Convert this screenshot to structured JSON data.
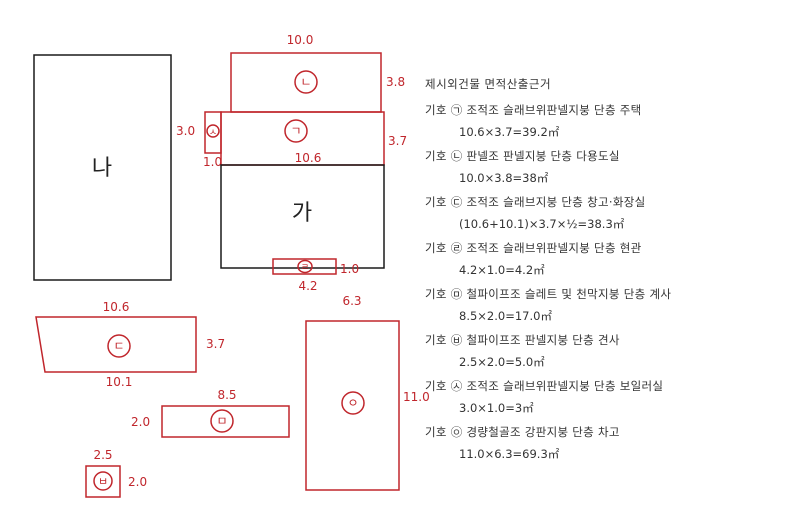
{
  "buildings": {
    "na": {
      "label": "나"
    },
    "ga": {
      "label": "가"
    }
  },
  "symbols": {
    "nieun": "ㄴ",
    "giyeok": "ㄱ",
    "siot": "ㅅ",
    "rieul": "ㄹ",
    "digeut": "ㄷ",
    "mieum": "ㅁ",
    "ieung": "ㅇ",
    "bieup": "ㅂ"
  },
  "dims": {
    "nieun_top": "10.0",
    "nieun_right": "3.8",
    "giyeok_right": "3.7",
    "giyeok_bottom": "10.6",
    "siot_left": "3.0",
    "siot_bottom": "1.0",
    "rieul_right": "1.0",
    "rieul_bottom": "4.2",
    "digeut_top": "10.6",
    "digeut_bottom": "10.1",
    "digeut_right": "3.7",
    "mieum_top": "8.5",
    "mieum_left": "2.0",
    "bieup_top": "2.5",
    "bieup_right": "2.0",
    "ieung_top": "6.3",
    "ieung_right": "11.0"
  },
  "legend": {
    "title": "제시외건물 면적산출근거",
    "entries": [
      {
        "desc": "기호 ㉠ 조적조 슬래브위판넬지붕 단층 주택",
        "calc": "10.6×3.7=39.2㎡"
      },
      {
        "desc": "기호 ㉡ 판넬조 판넬지붕 단층 다용도실",
        "calc": "10.0×3.8=38㎡"
      },
      {
        "desc": "기호 ㉢ 조적조 슬래브지붕 단층 창고·화장실",
        "calc": "(10.6+10.1)×3.7×½=38.3㎡"
      },
      {
        "desc": "기호 ㉣ 조적조 슬래브위판넬지붕 단층 현관",
        "calc": "4.2×1.0=4.2㎡"
      },
      {
        "desc": "기호 ㉤ 철파이프조 슬레트 및 천막지붕 단층 계사",
        "calc": "8.5×2.0=17.0㎡"
      },
      {
        "desc": "기호 ㉥ 철파이프조 판넬지붕 단층 견사",
        "calc": "2.5×2.0=5.0㎡"
      },
      {
        "desc": "기호 ㉦ 조적조 슬래브위판넬지붕 단층 보일러실",
        "calc": "3.0×1.0=3㎡"
      },
      {
        "desc": "기호 ㉧ 경량철골조 강판지붕 단층 차고",
        "calc": "11.0×6.3=69.3㎡"
      }
    ]
  },
  "colors": {
    "line": "#c0262c",
    "outline": "#1a1a1a"
  }
}
